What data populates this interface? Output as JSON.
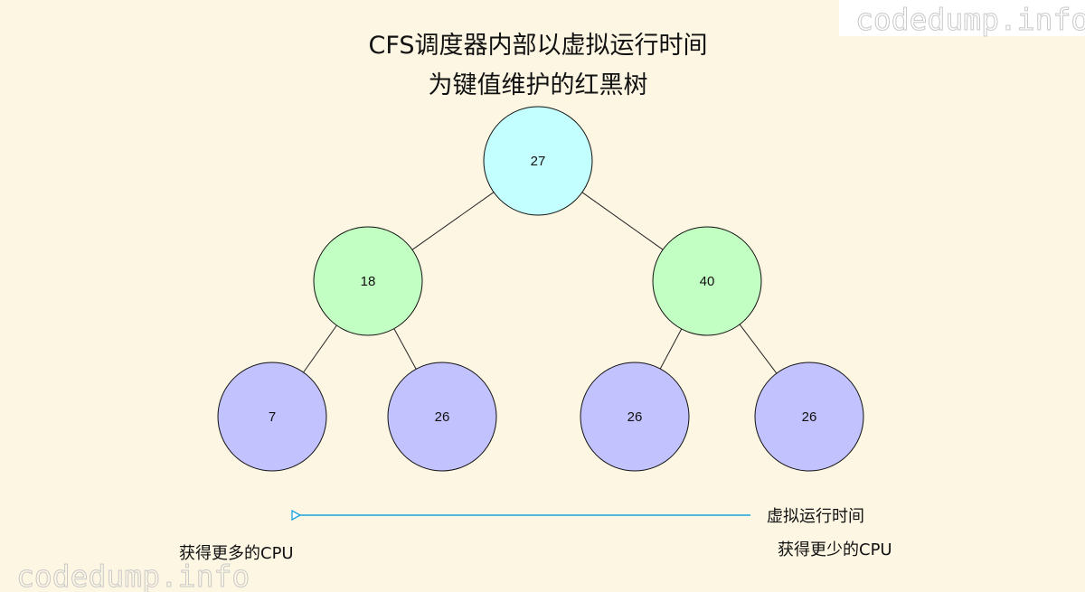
{
  "title": {
    "line1": "CFS调度器内部以虚拟运行时间",
    "line2": "为键值维护的红黑树"
  },
  "tree": {
    "nodes": [
      {
        "id": "root",
        "label": "27",
        "color": "#c4ffff"
      },
      {
        "id": "left",
        "label": "18",
        "color": "#c2ffc2"
      },
      {
        "id": "right",
        "label": "40",
        "color": "#c2ffc2"
      },
      {
        "id": "left-left",
        "label": "7",
        "color": "#c2c2ff"
      },
      {
        "id": "left-right",
        "label": "26",
        "color": "#c2c2ff"
      },
      {
        "id": "right-left",
        "label": "26",
        "color": "#c2c2ff"
      },
      {
        "id": "right-right",
        "label": "26",
        "color": "#c2c2ff"
      }
    ],
    "edges": [
      [
        "root",
        "left"
      ],
      [
        "root",
        "right"
      ],
      [
        "left",
        "left-left"
      ],
      [
        "left",
        "left-right"
      ],
      [
        "right",
        "right-left"
      ],
      [
        "right",
        "right-right"
      ]
    ]
  },
  "axis": {
    "label": "虚拟运行时间",
    "color": "#1aa3e0",
    "left_caption": "获得更多的CPU",
    "right_caption": "获得更少的CPU"
  },
  "watermarks": [
    "codedump.info",
    "codedump.info"
  ]
}
